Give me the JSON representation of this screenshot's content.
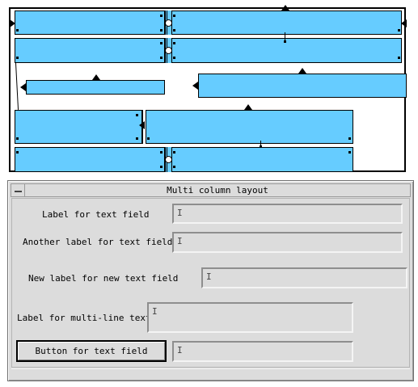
{
  "window": {
    "title": "Multi column layout",
    "menu_icon": "window-menu-icon"
  },
  "form": {
    "row1": {
      "label": "Label for text field",
      "value": ""
    },
    "row2": {
      "label": "Another label for text field",
      "value": ""
    },
    "row3": {
      "label": "New label for new text field",
      "value": ""
    },
    "row4": {
      "label": "Label for multi-line text",
      "value": ""
    },
    "row5": {
      "button_label": "Button for text field",
      "value": ""
    }
  },
  "colors": {
    "diagram_cell": "#66ccff",
    "window_bg": "#dcdcdc"
  }
}
